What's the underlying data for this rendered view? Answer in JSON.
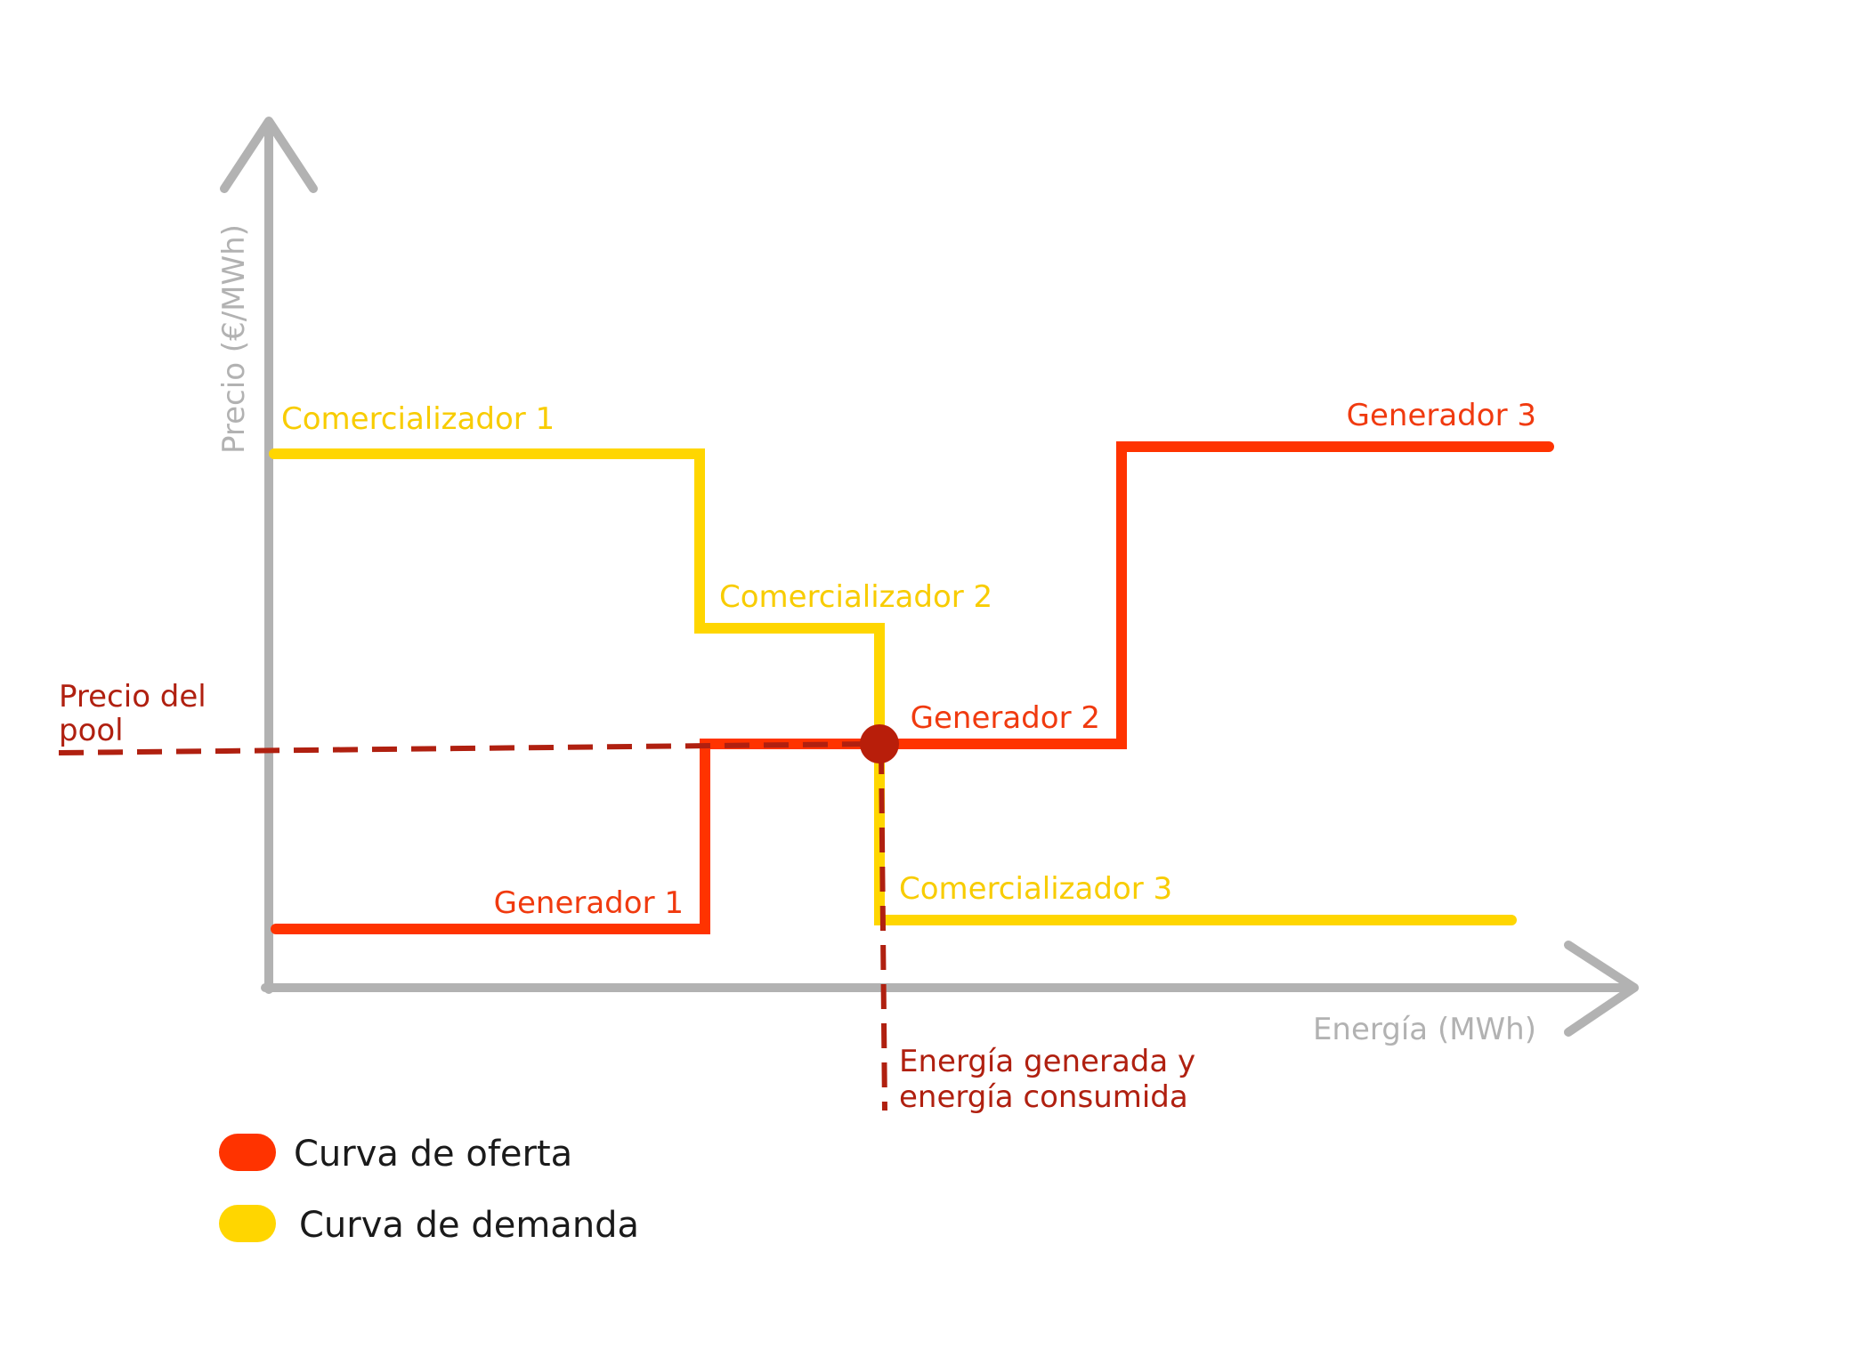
{
  "diagram": {
    "axes": {
      "y_label": "Precio (€/MWh)",
      "x_label": "Energía (MWh)"
    },
    "demand_steps": [
      {
        "name": "Comercializador 1"
      },
      {
        "name": "Comercializador 2"
      },
      {
        "name": "Comercializador 3"
      }
    ],
    "supply_steps": [
      {
        "name": "Generador 1"
      },
      {
        "name": "Generador 2"
      },
      {
        "name": "Generador 3"
      }
    ],
    "annotations": {
      "pool_price_line1": "Precio del",
      "pool_price_line2": "pool",
      "energy_line1": "Energía generada y",
      "energy_line2": "energía consumida"
    },
    "legend": [
      {
        "label": "Curva de oferta",
        "color": "#ff3300"
      },
      {
        "label": "Curva de demanda",
        "color": "#ffd600"
      }
    ],
    "colors": {
      "supply": "#ff3300",
      "demand": "#ffd600",
      "axis": "#b2b2b2",
      "equilibrium": "#b81e0a",
      "supply_label": "#f03a0f",
      "demand_label": "#f8cc00",
      "annotation": "#b02010"
    }
  }
}
